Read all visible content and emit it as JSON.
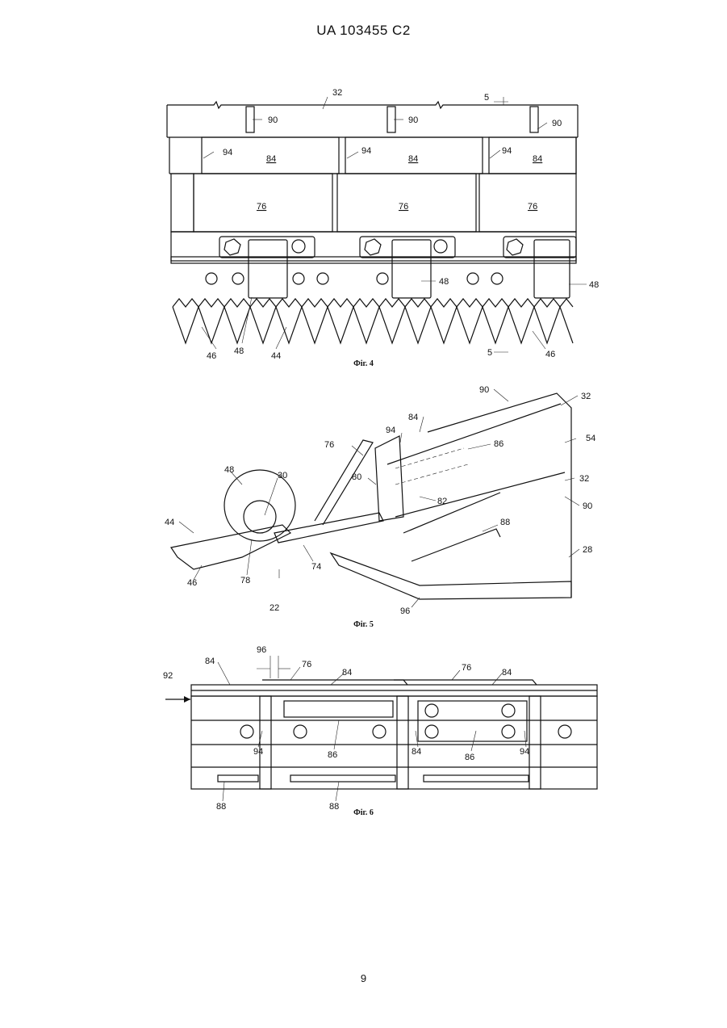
{
  "header": "UA   103455   C2",
  "page_number": "9",
  "figures": {
    "fig4": {
      "caption": "Фіг. 4",
      "labels": {
        "l32": "32",
        "l5a": "5",
        "l5b": "5",
        "l90": "90",
        "l94": "94",
        "l84": "84",
        "l76": "76",
        "l48": "48",
        "l46": "46",
        "l44": "44"
      }
    },
    "fig5": {
      "caption": "Фіг. 5",
      "labels": {
        "l90": "90",
        "l32": "32",
        "l84": "84",
        "l94": "94",
        "l86": "86",
        "l54": "54",
        "l76": "76",
        "l48": "48",
        "l30": "30",
        "l80": "80",
        "l82": "82",
        "l88": "88",
        "l28": "28",
        "l44": "44",
        "l46": "46",
        "l78": "78",
        "l74": "74",
        "l22": "22",
        "l96": "96"
      }
    },
    "fig6": {
      "caption": "Фіг. 6",
      "labels": {
        "l84": "84",
        "l96": "96",
        "l76": "76",
        "l92": "92",
        "l94": "94",
        "l86": "86",
        "l88": "88"
      }
    }
  }
}
